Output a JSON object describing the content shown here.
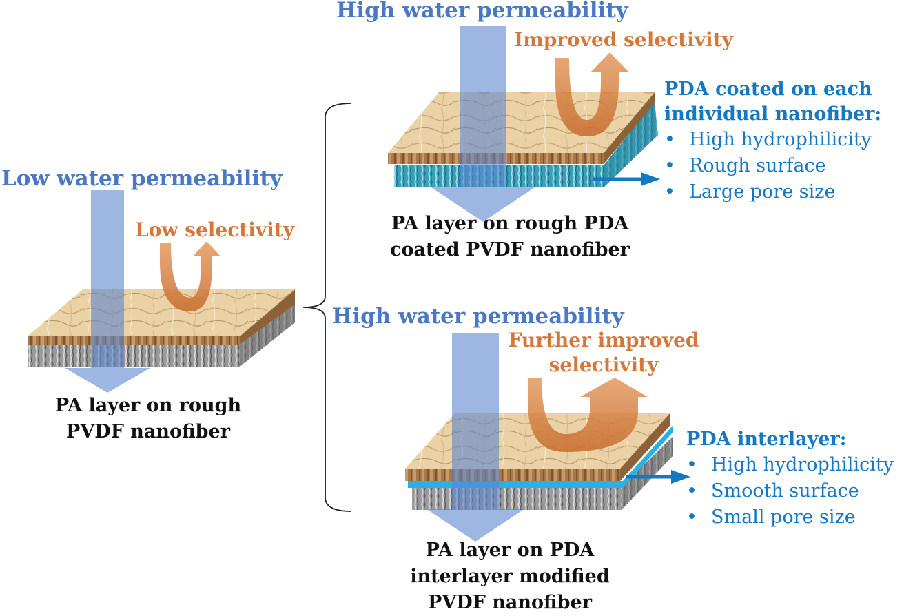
{
  "colors": {
    "water_blue": "#4a78c2",
    "selectivity_orange": "#d4773a",
    "pda_blue": "#1478c2",
    "pa_layer_tan": "#e9cfa2",
    "pvdf_gray": "#8f8f8f"
  },
  "left": {
    "permeability": "Low water permeability",
    "selectivity": "Low selectivity",
    "caption_lines": [
      "PA layer on rough",
      "PVDF nanofiber"
    ]
  },
  "top_right": {
    "permeability": "High water permeability",
    "selectivity": "Improved selectivity",
    "caption_lines": [
      "PA layer on rough PDA",
      "coated PVDF nanofiber"
    ],
    "features_title_lines": [
      "PDA coated on each",
      "individual nanofiber:"
    ],
    "features": [
      "High hydrophilicity",
      "Rough surface",
      "Large pore size"
    ]
  },
  "bottom_right": {
    "permeability": "High water permeability",
    "selectivity_lines": [
      "Further improved",
      "selectivity"
    ],
    "caption_lines": [
      "PA layer on PDA",
      "interlayer modified",
      "PVDF nanofiber"
    ],
    "features_title": "PDA interlayer:",
    "features": [
      "High hydrophilicity",
      "Smooth surface",
      "Small pore size"
    ]
  },
  "bullet": "•"
}
